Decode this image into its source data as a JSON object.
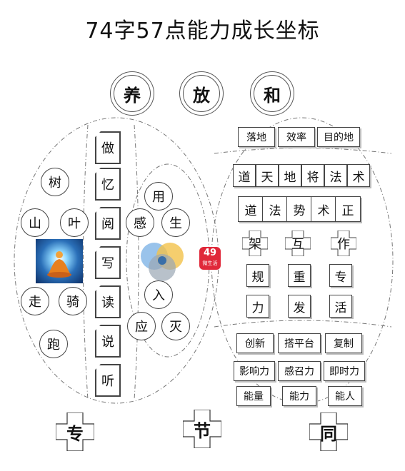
{
  "title": "74字57点能力成长坐标",
  "top_circles": [
    "养",
    "放",
    "和"
  ],
  "left_circles": [
    "树",
    "山",
    "叶",
    "走",
    "骑",
    "跑"
  ],
  "center_tabs": [
    "做",
    "忆",
    "阅",
    "写",
    "读",
    "说",
    "听"
  ],
  "right_circles": [
    "用",
    "感",
    "生",
    "入",
    "应",
    "灭"
  ],
  "right_top_tags": [
    "落地",
    "效率",
    "目的地"
  ],
  "right_row1": [
    "道",
    "天",
    "地",
    "将",
    "法",
    "术"
  ],
  "right_row2": [
    "道",
    "法",
    "势",
    "术",
    "正"
  ],
  "right_cross": [
    "架",
    "互",
    "作"
  ],
  "right_grid_row1": [
    "规",
    "重",
    "专"
  ],
  "right_grid_row2": [
    "力",
    "发",
    "活"
  ],
  "right_bottom_row1": [
    "创新",
    "搭平台",
    "复制"
  ],
  "right_bottom_row2": [
    "影响力",
    "感召力",
    "即时力"
  ],
  "right_bottom_row3": [
    "能量",
    "能力",
    "能人"
  ],
  "bottom_crosses": [
    "专",
    "节",
    "同"
  ],
  "logo": {
    "number": "49",
    "text": "微生活"
  },
  "colors": {
    "logo_red": "#e0283a",
    "venn_blue": "#3a6fa8",
    "meditation_bg": "#1a4a8a"
  }
}
